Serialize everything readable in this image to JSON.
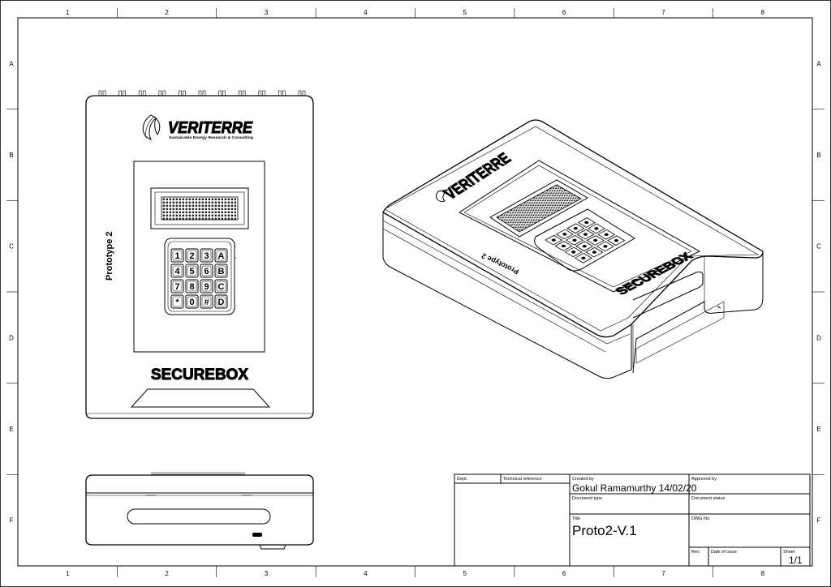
{
  "zones": {
    "columns": [
      "1",
      "2",
      "3",
      "4",
      "5",
      "6",
      "7",
      "8"
    ],
    "rows": [
      "A",
      "B",
      "C",
      "D",
      "E",
      "F"
    ]
  },
  "front_view": {
    "logo": {
      "brand": "VERITERRE",
      "tagline": "Sustainable Energy Research & Consulting",
      "icon": "leaf-flame-icon"
    },
    "side_label": "Prototype 2",
    "wordmark": "SECUREBOX",
    "keypad_keys": [
      "1",
      "2",
      "3",
      "A",
      "4",
      "5",
      "6",
      "B",
      "7",
      "8",
      "9",
      "C",
      "*",
      "0",
      "#",
      "D"
    ]
  },
  "iso_view": {
    "brand": "VERITERRE",
    "wordmark": "SECUREBOX",
    "mirrored_label": "Prototype 2"
  },
  "title_block": {
    "dept_label": "Dept.",
    "tech_ref_label": "Technical reference",
    "created_by_label": "Created by",
    "created_by_value": "Gokul Ramamurthy 14/02/20",
    "approved_by_label": "Approved by",
    "doc_type_label": "Document type",
    "doc_status_label": "Document status",
    "title_label": "Title",
    "title_value": "Proto2-V.1",
    "dwg_no_label": "DWG No.",
    "rev_label": "Rev.",
    "date_issue_label": "Date of issue",
    "sheet_label": "Sheet",
    "sheet_value": "1/1"
  }
}
